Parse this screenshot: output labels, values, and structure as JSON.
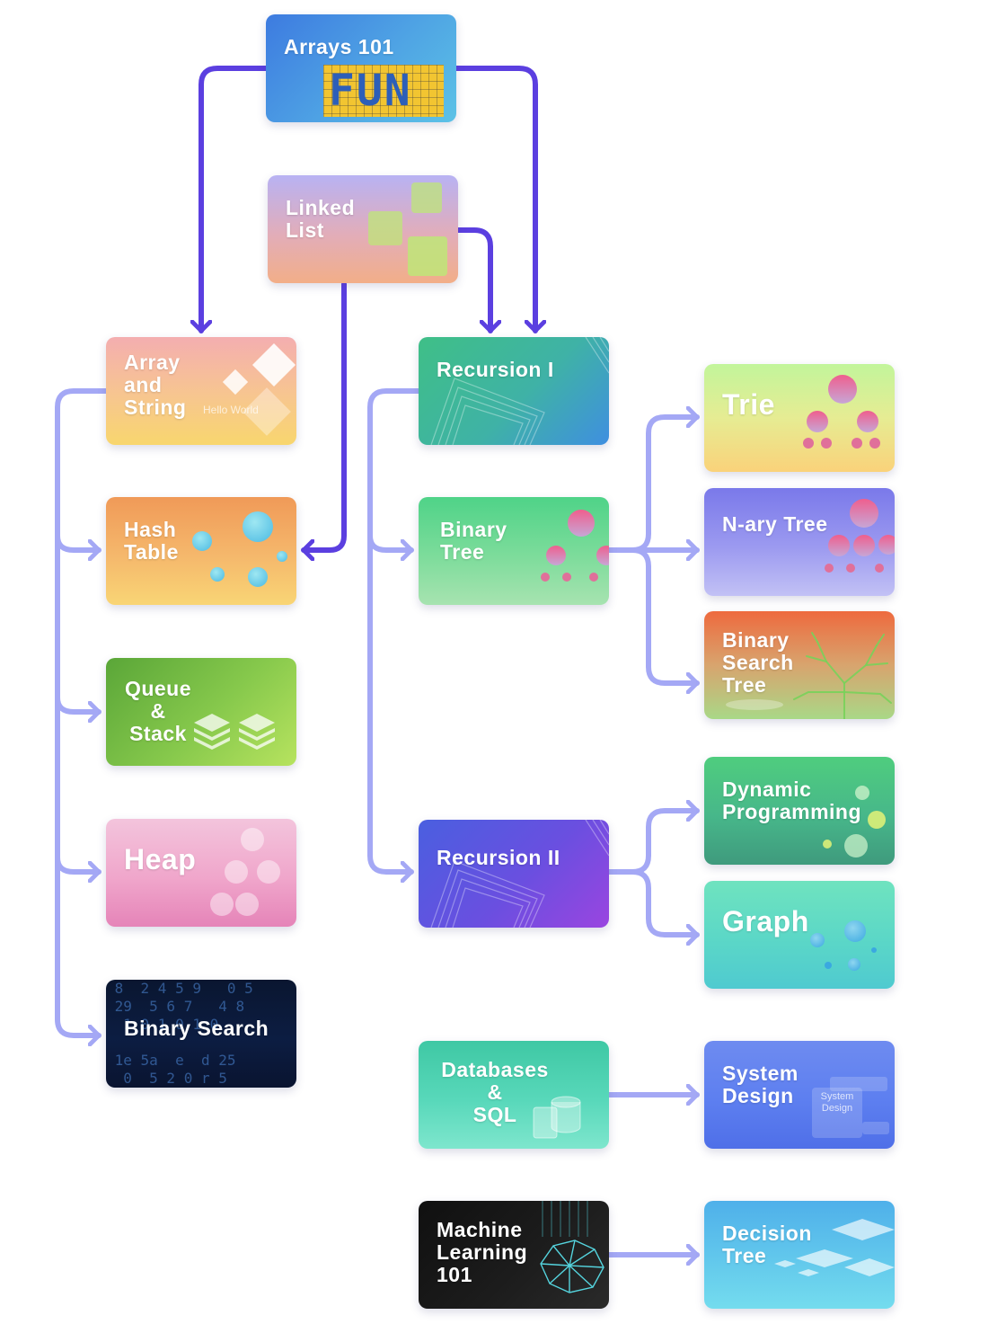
{
  "colors": {
    "dark_edge": "#5b3fe0",
    "light_edge": "#a4a8f5"
  },
  "nodes": [
    {
      "id": "arrays-101",
      "label": "Arrays 101",
      "badge": "FUN"
    },
    {
      "id": "linked-list",
      "label": "Linked\nList"
    },
    {
      "id": "array-and-string",
      "label": "Array\nand\nString",
      "watermark": "Hello World"
    },
    {
      "id": "recursion-1",
      "label": "Recursion I"
    },
    {
      "id": "trie",
      "label": "Trie"
    },
    {
      "id": "hash-table",
      "label": "Hash\nTable"
    },
    {
      "id": "binary-tree",
      "label": "Binary\nTree"
    },
    {
      "id": "n-ary-tree",
      "label": "N-ary Tree"
    },
    {
      "id": "binary-search-tree",
      "label": "Binary\nSearch\nTree"
    },
    {
      "id": "queue-stack",
      "label": "Queue\n&\nStack"
    },
    {
      "id": "dynamic-programming",
      "label": "Dynamic\nProgramming"
    },
    {
      "id": "heap",
      "label": "Heap"
    },
    {
      "id": "recursion-2",
      "label": "Recursion II"
    },
    {
      "id": "graph",
      "label": "Graph"
    },
    {
      "id": "binary-search",
      "label": "Binary Search"
    },
    {
      "id": "databases-sql",
      "label": "Databases\n&\nSQL"
    },
    {
      "id": "system-design",
      "label": "System\nDesign",
      "watermark": "System\nDesign"
    },
    {
      "id": "machine-learning-101",
      "label": "Machine\nLearning\n101"
    },
    {
      "id": "decision-tree",
      "label": "Decision\nTree"
    }
  ]
}
